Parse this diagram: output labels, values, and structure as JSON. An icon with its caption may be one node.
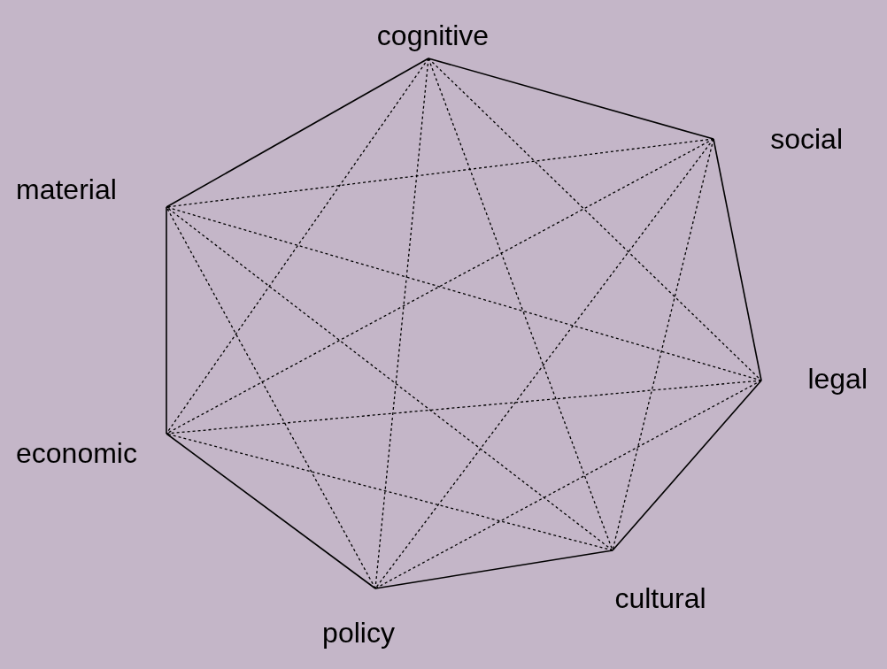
{
  "diagram": {
    "nodes": [
      {
        "text": [
          "cognitive"
        ]
      },
      {
        "text": [
          "social"
        ]
      },
      {
        "text": [
          "legal"
        ]
      },
      {
        "text": [
          "cultural"
        ]
      },
      {
        "text": [
          "policy"
        ]
      },
      {
        "text": [
          "economic"
        ]
      },
      {
        "text": [
          "material"
        ]
      }
    ],
    "edges": [
      {
        "from": 0,
        "to": 1,
        "arrow": "none"
      },
      {
        "from": 1,
        "to": 2,
        "arrow": "none"
      },
      {
        "from": 2,
        "to": 3,
        "arrow": "none"
      },
      {
        "from": 3,
        "to": 4,
        "arrow": "none"
      },
      {
        "from": 4,
        "to": 5,
        "arrow": "none"
      },
      {
        "from": 5,
        "to": 6,
        "arrow": "none"
      },
      {
        "from": 6,
        "to": 0,
        "arrow": "none"
      },
      {
        "from": 0,
        "to": 2,
        "arrow": "none",
        "style": "dashed"
      },
      {
        "from": 0,
        "to": 3,
        "arrow": "none",
        "style": "dashed"
      },
      {
        "from": 0,
        "to": 4,
        "arrow": "none",
        "style": "dashed"
      },
      {
        "from": 0,
        "to": 5,
        "arrow": "none",
        "style": "dashed"
      },
      {
        "from": 1,
        "to": 3,
        "arrow": "none",
        "style": "dashed"
      },
      {
        "from": 1,
        "to": 4,
        "arrow": "none",
        "style": "dashed"
      },
      {
        "from": 1,
        "to": 5,
        "arrow": "none",
        "style": "dashed"
      },
      {
        "from": 1,
        "to": 6,
        "arrow": "none",
        "style": "dashed"
      },
      {
        "from": 2,
        "to": 4,
        "arrow": "none",
        "style": "dashed"
      },
      {
        "from": 2,
        "to": 5,
        "arrow": "none",
        "style": "dashed"
      },
      {
        "from": 2,
        "to": 6,
        "arrow": "none",
        "style": "dashed"
      },
      {
        "from": 3,
        "to": 5,
        "arrow": "none",
        "style": "dashed"
      },
      {
        "from": 3,
        "to": 6,
        "arrow": "none",
        "style": "dashed"
      },
      {
        "from": 4,
        "to": 6,
        "arrow": "none",
        "style": "dashed"
      }
    ]
  }
}
